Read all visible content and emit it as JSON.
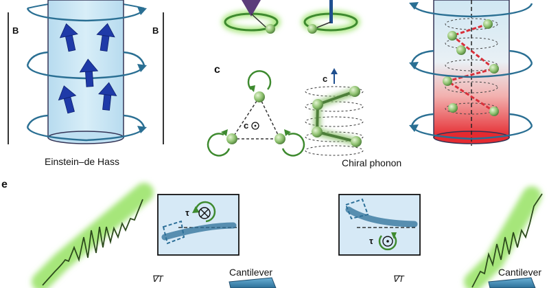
{
  "panels": {
    "left": {
      "field_label_left": "B",
      "field_label_right": "B",
      "caption": "Einstein–de Hass"
    },
    "middle": {
      "panel_letter": "c",
      "triangle_axis_label": "c",
      "helix_axis_label": "c",
      "caption": "Chiral phonon"
    },
    "bottom": {
      "panel_letter": "e",
      "torque_left_label": "τ",
      "torque_right_label": "τ",
      "gradient_left_label": "∇T",
      "gradient_right_label": "∇T",
      "cantilever_left_label": "Cantilever",
      "cantilever_right_label": "Cantilever"
    }
  },
  "colors": {
    "cylinder_blue": "#cfe9f5",
    "cylinder_red": "#e8323a",
    "arrow_blue": "#1f3aa8",
    "ring_teal": "#2a6f93",
    "phonon_green": "#3e8a2f",
    "glow_green": "#a6e67a",
    "inset_bg": "#d6e9f6",
    "cantilever_blue": "#3b88b8"
  },
  "icons": {
    "circled_cross": "circled-times-icon",
    "circled_dot": "circled-dot-icon"
  }
}
